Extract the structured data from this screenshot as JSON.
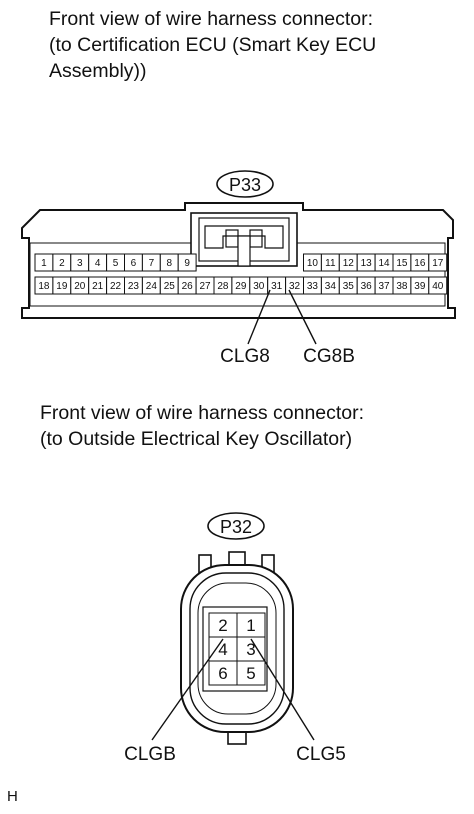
{
  "caption1": {
    "lines": [
      "Front view of wire harness connector:",
      "(to Certification ECU (Smart Key ECU",
      "Assembly))"
    ]
  },
  "connector1": {
    "label": "P33",
    "top_row_left": [
      "1",
      "2",
      "3",
      "4",
      "5",
      "6",
      "7",
      "8",
      "9"
    ],
    "top_row_right": [
      "10",
      "11",
      "12",
      "13",
      "14",
      "15",
      "16",
      "17"
    ],
    "bottom_row": [
      "18",
      "19",
      "20",
      "21",
      "22",
      "23",
      "24",
      "25",
      "26",
      "27",
      "28",
      "29",
      "30",
      "31",
      "32",
      "33",
      "34",
      "35",
      "36",
      "37",
      "38",
      "39",
      "40"
    ],
    "callouts": [
      {
        "terminal": "31",
        "text": "CLG8"
      },
      {
        "terminal": "32",
        "text": "CG8B"
      }
    ]
  },
  "caption2": {
    "lines": [
      "Front view of wire harness connector:",
      "(to Outside Electrical Key Oscillator)"
    ]
  },
  "connector2": {
    "label": "P32",
    "pins": [
      [
        "2",
        "1"
      ],
      [
        "4",
        "3"
      ],
      [
        "6",
        "5"
      ]
    ],
    "callouts": [
      {
        "terminal": "2",
        "text": "CLGB"
      },
      {
        "terminal": "1",
        "text": "CLG5"
      }
    ]
  },
  "footer": "H"
}
